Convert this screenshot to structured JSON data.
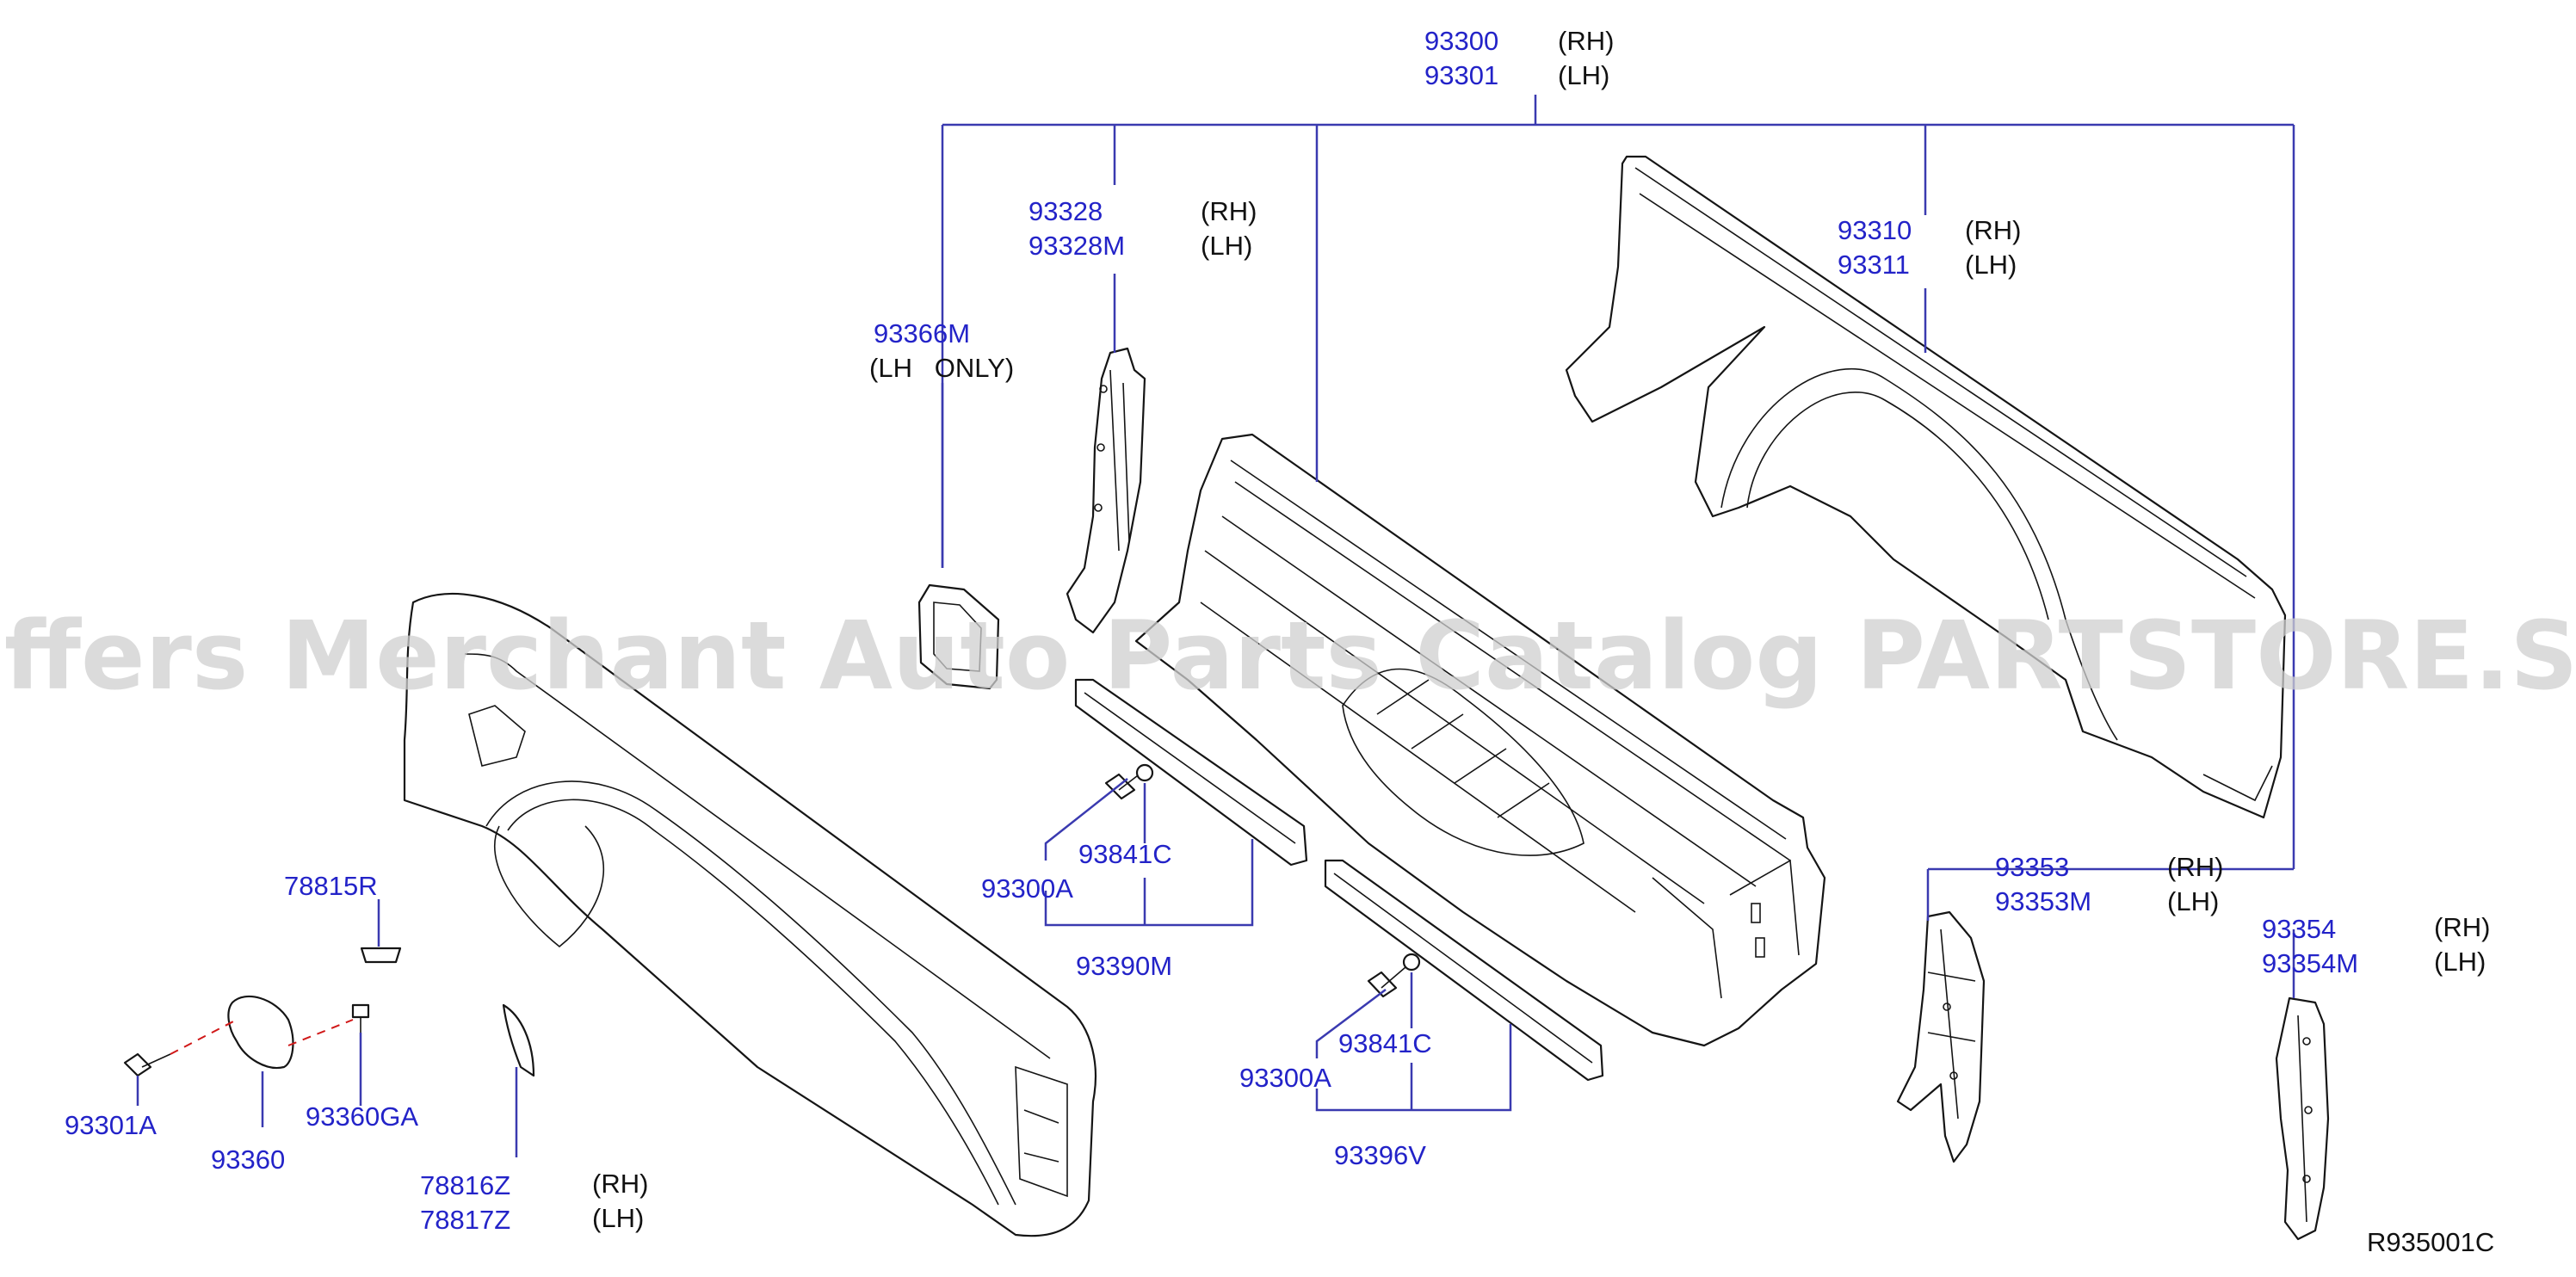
{
  "title": "",
  "callouts": {
    "c93300": {
      "no": "93300",
      "side": "(RH)"
    },
    "c93301": {
      "no": "93301",
      "side": "(LH)"
    },
    "c93328": {
      "no": "93328",
      "side": "(RH)"
    },
    "c93328m": {
      "no": "93328M",
      "side": "(LH)"
    },
    "c93366m": {
      "no": "93366M",
      "note": "(LH   ONLY)"
    },
    "c93310": {
      "no": "93310",
      "side": "(RH)"
    },
    "c93311": {
      "no": "93311",
      "side": "(LH)"
    },
    "c93353": {
      "no": "93353",
      "side": "(RH)"
    },
    "c93353m": {
      "no": "93353M",
      "side": "(LH)"
    },
    "c93354": {
      "no": "93354",
      "side": "(RH)"
    },
    "c93354m": {
      "no": "93354M",
      "side": "(LH)"
    },
    "c93841c_a": {
      "no": "93841C"
    },
    "c93300a_a": {
      "no": "93300A"
    },
    "c93390m": {
      "no": "93390M"
    },
    "c93841c_b": {
      "no": "93841C"
    },
    "c93300a_b": {
      "no": "93300A"
    },
    "c93396v": {
      "no": "93396V"
    },
    "c78815r": {
      "no": "78815R"
    },
    "c93301a": {
      "no": "93301A"
    },
    "c93360": {
      "no": "93360"
    },
    "c93360ga": {
      "no": "93360GA"
    },
    "c78816z": {
      "no": "78816Z",
      "side": "(RH)"
    },
    "c78817z": {
      "no": "78817Z",
      "side": "(LH)"
    }
  },
  "diagram_ref": "R935001C",
  "watermark": "Offers Merchant Auto Parts Catalog PARTSTORE.SA",
  "colors": {
    "part_number": "#2323c8",
    "leader": "#3a3ab0",
    "line_art": "#151515",
    "dash": "#d01818",
    "watermark": "#cfcfcf"
  }
}
